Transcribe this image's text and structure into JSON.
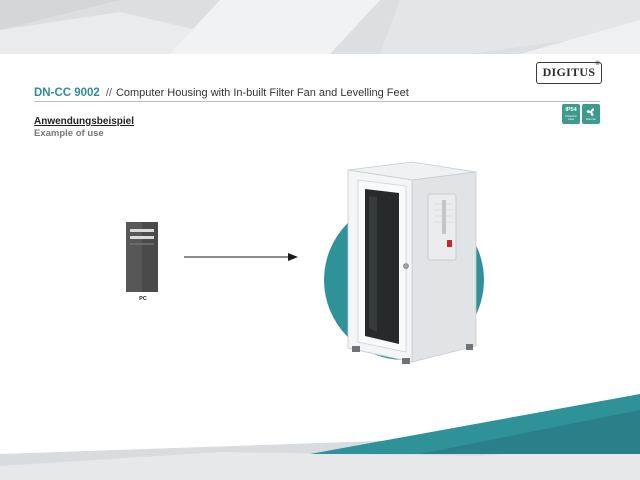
{
  "brand": {
    "name": "DIGITUS",
    "registered": "®"
  },
  "header": {
    "model": "DN-CC 9002",
    "separator": "//",
    "title": "Computer Housing with In-built Filter Fan and Levelling Feet"
  },
  "badges": [
    {
      "icon": "ip54-shield-icon",
      "label": "IP54",
      "caption": "Protection class"
    },
    {
      "icon": "fan-icon",
      "caption": "Filter fan"
    }
  ],
  "section": {
    "label_de": "Anwendungsbeispiel",
    "label_en": "Example of use"
  },
  "diagram": {
    "pc_label": "PC"
  },
  "colors": {
    "accent_teal": "#2f9299",
    "model_text": "#2e8e9a",
    "band_gray": "#e6e8ea"
  }
}
